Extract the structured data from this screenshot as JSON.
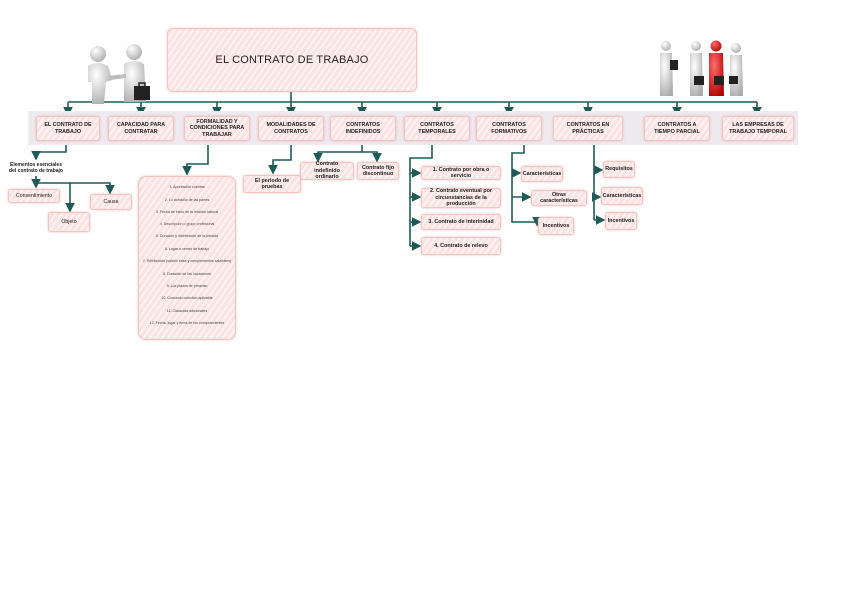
{
  "title": "EL CONTRATO DE TRABAJO",
  "level1": [
    "EL CONTRATO DE TRABAJO",
    "CAPACIDAD PARA CONTRATAR",
    "FORMALIDAD Y CONDICIONES PARA TRABAJAR",
    "MODALIDADES DE CONTRATOS",
    "CONTRATOS INDEFINIDOS",
    "CONTRATOS TEMPORALES",
    "CONTRATOS FORMATIVOS",
    "CONTRATOS EN PRÁCTICAS",
    "CONTRATOS A TIEMPO PARCIAL",
    "LAS EMPRESAS DE TRABAJO TEMPORAL"
  ],
  "elementos": {
    "heading": "Elementos esenciales del contrato de trabajo",
    "items": [
      "Consentimiento",
      "Objeto",
      "Causa"
    ]
  },
  "formalidad_list": [
    "1. Apuntación cuentas",
    "2. Lo domicilio de las partes",
    "3. Fecha de inicio de la relación laboral",
    "4. Descripción o grupo profesional",
    "5. Duración y distribución de la jornada",
    "6. Lugar o centro de trabajo",
    "7. Retribución (salario base y complementos salariales)",
    "8. Duración de las vacaciones",
    "9. Los plazos de preaviso",
    "10. Convenio colectivo aplicable",
    "11. Cláusulas adicionales",
    "12. Fecha, lugar y firma de los comparecientes"
  ],
  "modalidades": [
    "El periodo de pruebas"
  ],
  "indefinidos": [
    "Contrato indefinido ordinario",
    "Contrato fijo discontinuo"
  ],
  "temporales": [
    "1. Contrato por obra o servicio",
    "2. Contrato eventual por circunstancias de la producción",
    "3. Contrato de interinidad",
    "4. Contrato de relevo"
  ],
  "formativos": [
    "Características",
    "Otras características",
    "Incentivos"
  ],
  "practicas": [
    "Requisitos",
    "Características",
    "Incentivos"
  ],
  "colors": {
    "line": "#1f5a56",
    "box": "#fbe3e3",
    "band": "#eeeaf0",
    "red": "#d41414"
  },
  "icons": [
    "handshake-figures-icon",
    "business-team-icon"
  ]
}
